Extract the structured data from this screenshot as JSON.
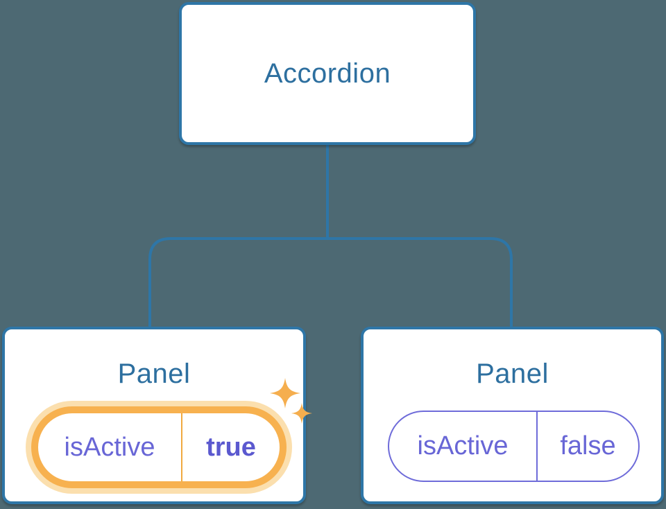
{
  "diagram": {
    "background_color": "#4d6973",
    "connector_color": "#2e76a7",
    "node_border_color": "#2e76a7",
    "node_title_color": "#2d6f9f",
    "root": {
      "label": "Accordion"
    },
    "panels": [
      {
        "label": "Panel",
        "prop_name": "isActive",
        "prop_value": "true",
        "highlighted": true,
        "highlight_ring_color": "#f7b14f",
        "highlight_glow_color": "#fbdfae",
        "icon": "sparkles-icon",
        "sparkle_color": "#f5ae4e"
      },
      {
        "label": "Panel",
        "prop_name": "isActive",
        "prop_value": "false",
        "highlighted": false,
        "pill_border_color": "#6e6bd9"
      }
    ],
    "prop_text_color": "#6866d6"
  }
}
